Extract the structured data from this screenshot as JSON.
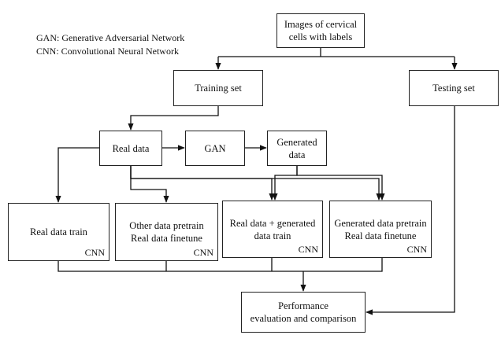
{
  "legend": {
    "gan": "GAN:  Generative Adversarial Network",
    "cnn": "CNN: Convolutional Neural Network"
  },
  "nodes": {
    "images": "Images of cervical\ncells with labels",
    "training": "Training set",
    "testing": "Testing set",
    "real_data": "Real data",
    "gan": "GAN",
    "generated": "Generated\ndata",
    "exp1": {
      "label": "Real data train",
      "tag": "CNN"
    },
    "exp2": {
      "label": "Other data pretrain\nReal data finetune",
      "tag": "CNN"
    },
    "exp3": {
      "label": "Real data + generated\ndata train",
      "tag": "CNN"
    },
    "exp4": {
      "label": "Generated data pretrain\nReal data finetune",
      "tag": "CNN"
    },
    "performance": "Performance\nevaluation and comparison"
  }
}
